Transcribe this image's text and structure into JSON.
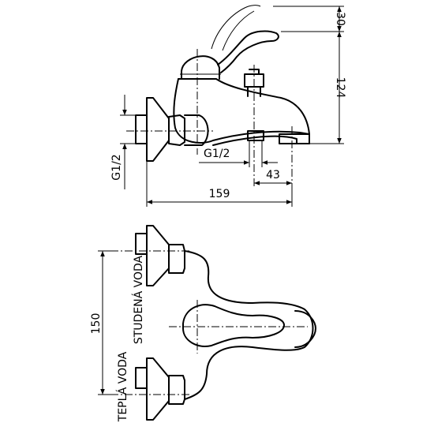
{
  "dimensions": {
    "lever_height": "30",
    "total_height": "124",
    "total_length": "159",
    "spout_offset": "43",
    "thread_outlet": "G1/2",
    "thread_inlet": "G1/2",
    "inlet_spacing": "150"
  },
  "labels": {
    "cold_water": "STUDENÁ VODA",
    "hot_water": "TEPLÁ VODA"
  }
}
